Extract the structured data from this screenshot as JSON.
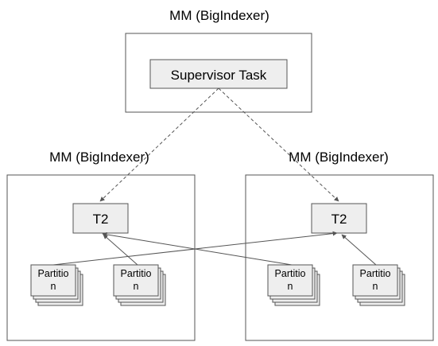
{
  "colors": {
    "box_fill": "#eeeeee",
    "stroke": "#555555",
    "text": "#000000",
    "background": "#ffffff"
  },
  "top_region": {
    "title": "MM (BigIndexer)",
    "supervisor_label": "Supervisor Task"
  },
  "left_region": {
    "title": "MM (BigIndexer)",
    "task_label": "T2",
    "partitions": [
      {
        "line1": "Partitio",
        "line2": "n"
      },
      {
        "line1": "Partitio",
        "line2": "n"
      }
    ]
  },
  "right_region": {
    "title": "MM (BigIndexer)",
    "task_label": "T2",
    "partitions": [
      {
        "line1": "Partitio",
        "line2": "n"
      },
      {
        "line1": "Partitio",
        "line2": "n"
      }
    ]
  }
}
